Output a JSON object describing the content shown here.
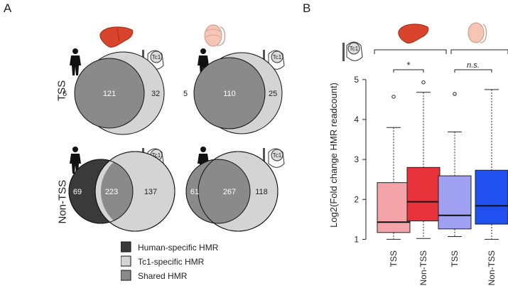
{
  "panel_a": {
    "label": "A",
    "row_labels": [
      "TSS",
      "Non-TSS"
    ],
    "venns": [
      {
        "human_specific": "6",
        "shared": "121",
        "tc1_specific": "32"
      },
      {
        "human_specific": "5",
        "shared": "110",
        "tc1_specific": "25"
      },
      {
        "human_specific": "69",
        "shared": "223",
        "tc1_specific": "137"
      },
      {
        "human_specific": "61",
        "shared": "267",
        "tc1_specific": "118"
      }
    ],
    "mouse_tag": "Tc1",
    "icons": {
      "tissue_1": "liver-icon",
      "tissue_2": "testis-icon",
      "human": "human-silhouette-icon",
      "mouse": "tc1-mouse-icon"
    }
  },
  "legend": {
    "items": [
      {
        "label": "Human-specific HMR",
        "color": "#3a3a3a"
      },
      {
        "label": "Tc1-specific HMR",
        "color": "#d4d4d4"
      },
      {
        "label": "Shared HMR",
        "color": "#8a8a8a"
      }
    ]
  },
  "panel_b": {
    "label": "B",
    "mouse_tag": "Tc1",
    "significance": [
      "*",
      "n.s."
    ]
  },
  "colors": {
    "human_specific": "#3a3a3a",
    "tc1_specific": "#d4d4d4",
    "shared": "#8a8a8a",
    "liver_tss": "#f4a4a8",
    "liver_non_tss": "#e8323a",
    "testis_tss": "#9fa0f2",
    "testis_non_tss": "#2050f0"
  },
  "chart_data": {
    "type": "box",
    "ylabel": "Log2(Fold change HMR readcount)",
    "ylim": [
      0.9,
      5.3
    ],
    "yticks": [
      1,
      2,
      3,
      4,
      5
    ],
    "categories": [
      "TSS",
      "Non-TSS",
      "TSS",
      "Non-TSS"
    ],
    "boxes": [
      {
        "category": "TSS",
        "whisker_low": 1.0,
        "q1": 1.17,
        "median": 1.43,
        "q3": 2.42,
        "whisker_high": 3.8,
        "outliers": [
          4.57
        ]
      },
      {
        "category": "Non-TSS",
        "whisker_low": 1.02,
        "q1": 1.46,
        "median": 1.94,
        "q3": 2.8,
        "whisker_high": 4.68,
        "outliers": [
          4.93
        ]
      },
      {
        "category": "TSS",
        "whisker_low": 1.07,
        "q1": 1.26,
        "median": 1.6,
        "q3": 2.59,
        "whisker_high": 3.69,
        "outliers": [
          4.64
        ]
      },
      {
        "category": "Non-TSS",
        "whisker_low": 1.0,
        "q1": 1.38,
        "median": 1.84,
        "q3": 2.73,
        "whisker_high": 4.75,
        "outliers": []
      }
    ]
  }
}
